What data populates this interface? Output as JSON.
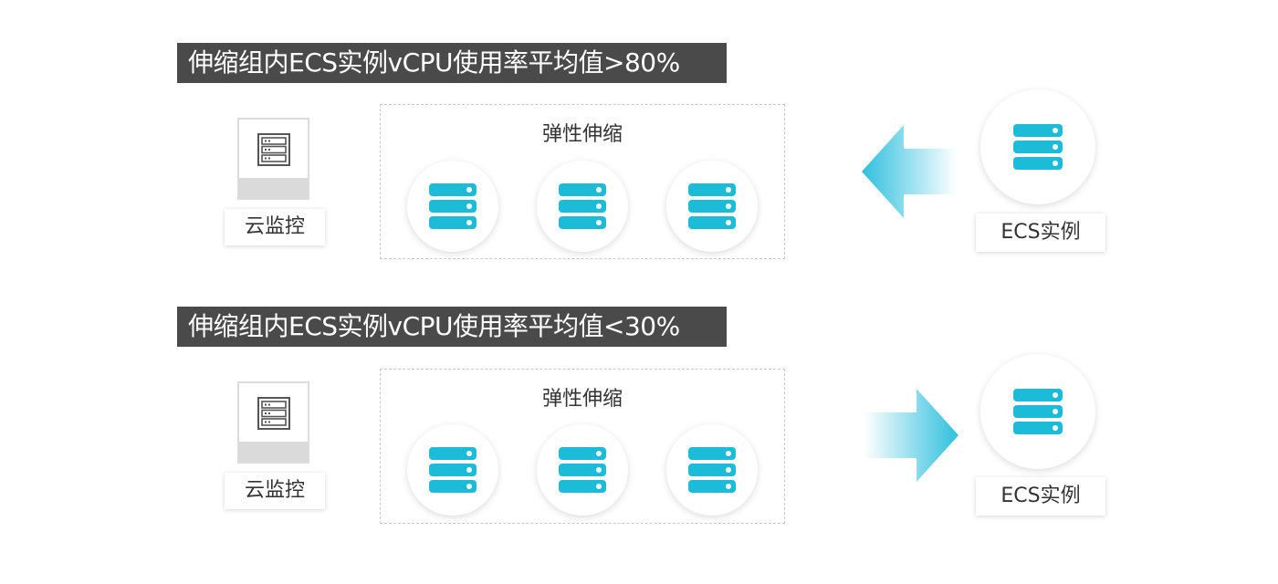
{
  "rules": [
    {
      "condition": "伸缩组内ECS实例vCPU使用率平均值>80%",
      "monitor_label": "云监控",
      "group_title": "弹性伸缩",
      "instance_icons": [
        "server-icon",
        "server-icon",
        "server-icon"
      ],
      "ecs_label": "ECS实例",
      "arrow_direction": "left"
    },
    {
      "condition": "伸缩组内ECS实例vCPU使用率平均值<30%",
      "monitor_label": "云监控",
      "group_title": "弹性伸缩",
      "instance_icons": [
        "server-icon",
        "server-icon",
        "server-icon"
      ],
      "ecs_label": "ECS实例",
      "arrow_direction": "right"
    }
  ],
  "colors": {
    "banner": "#4a4a4a",
    "server": "#1cbcd8",
    "arrow": "#3cc4e0"
  }
}
